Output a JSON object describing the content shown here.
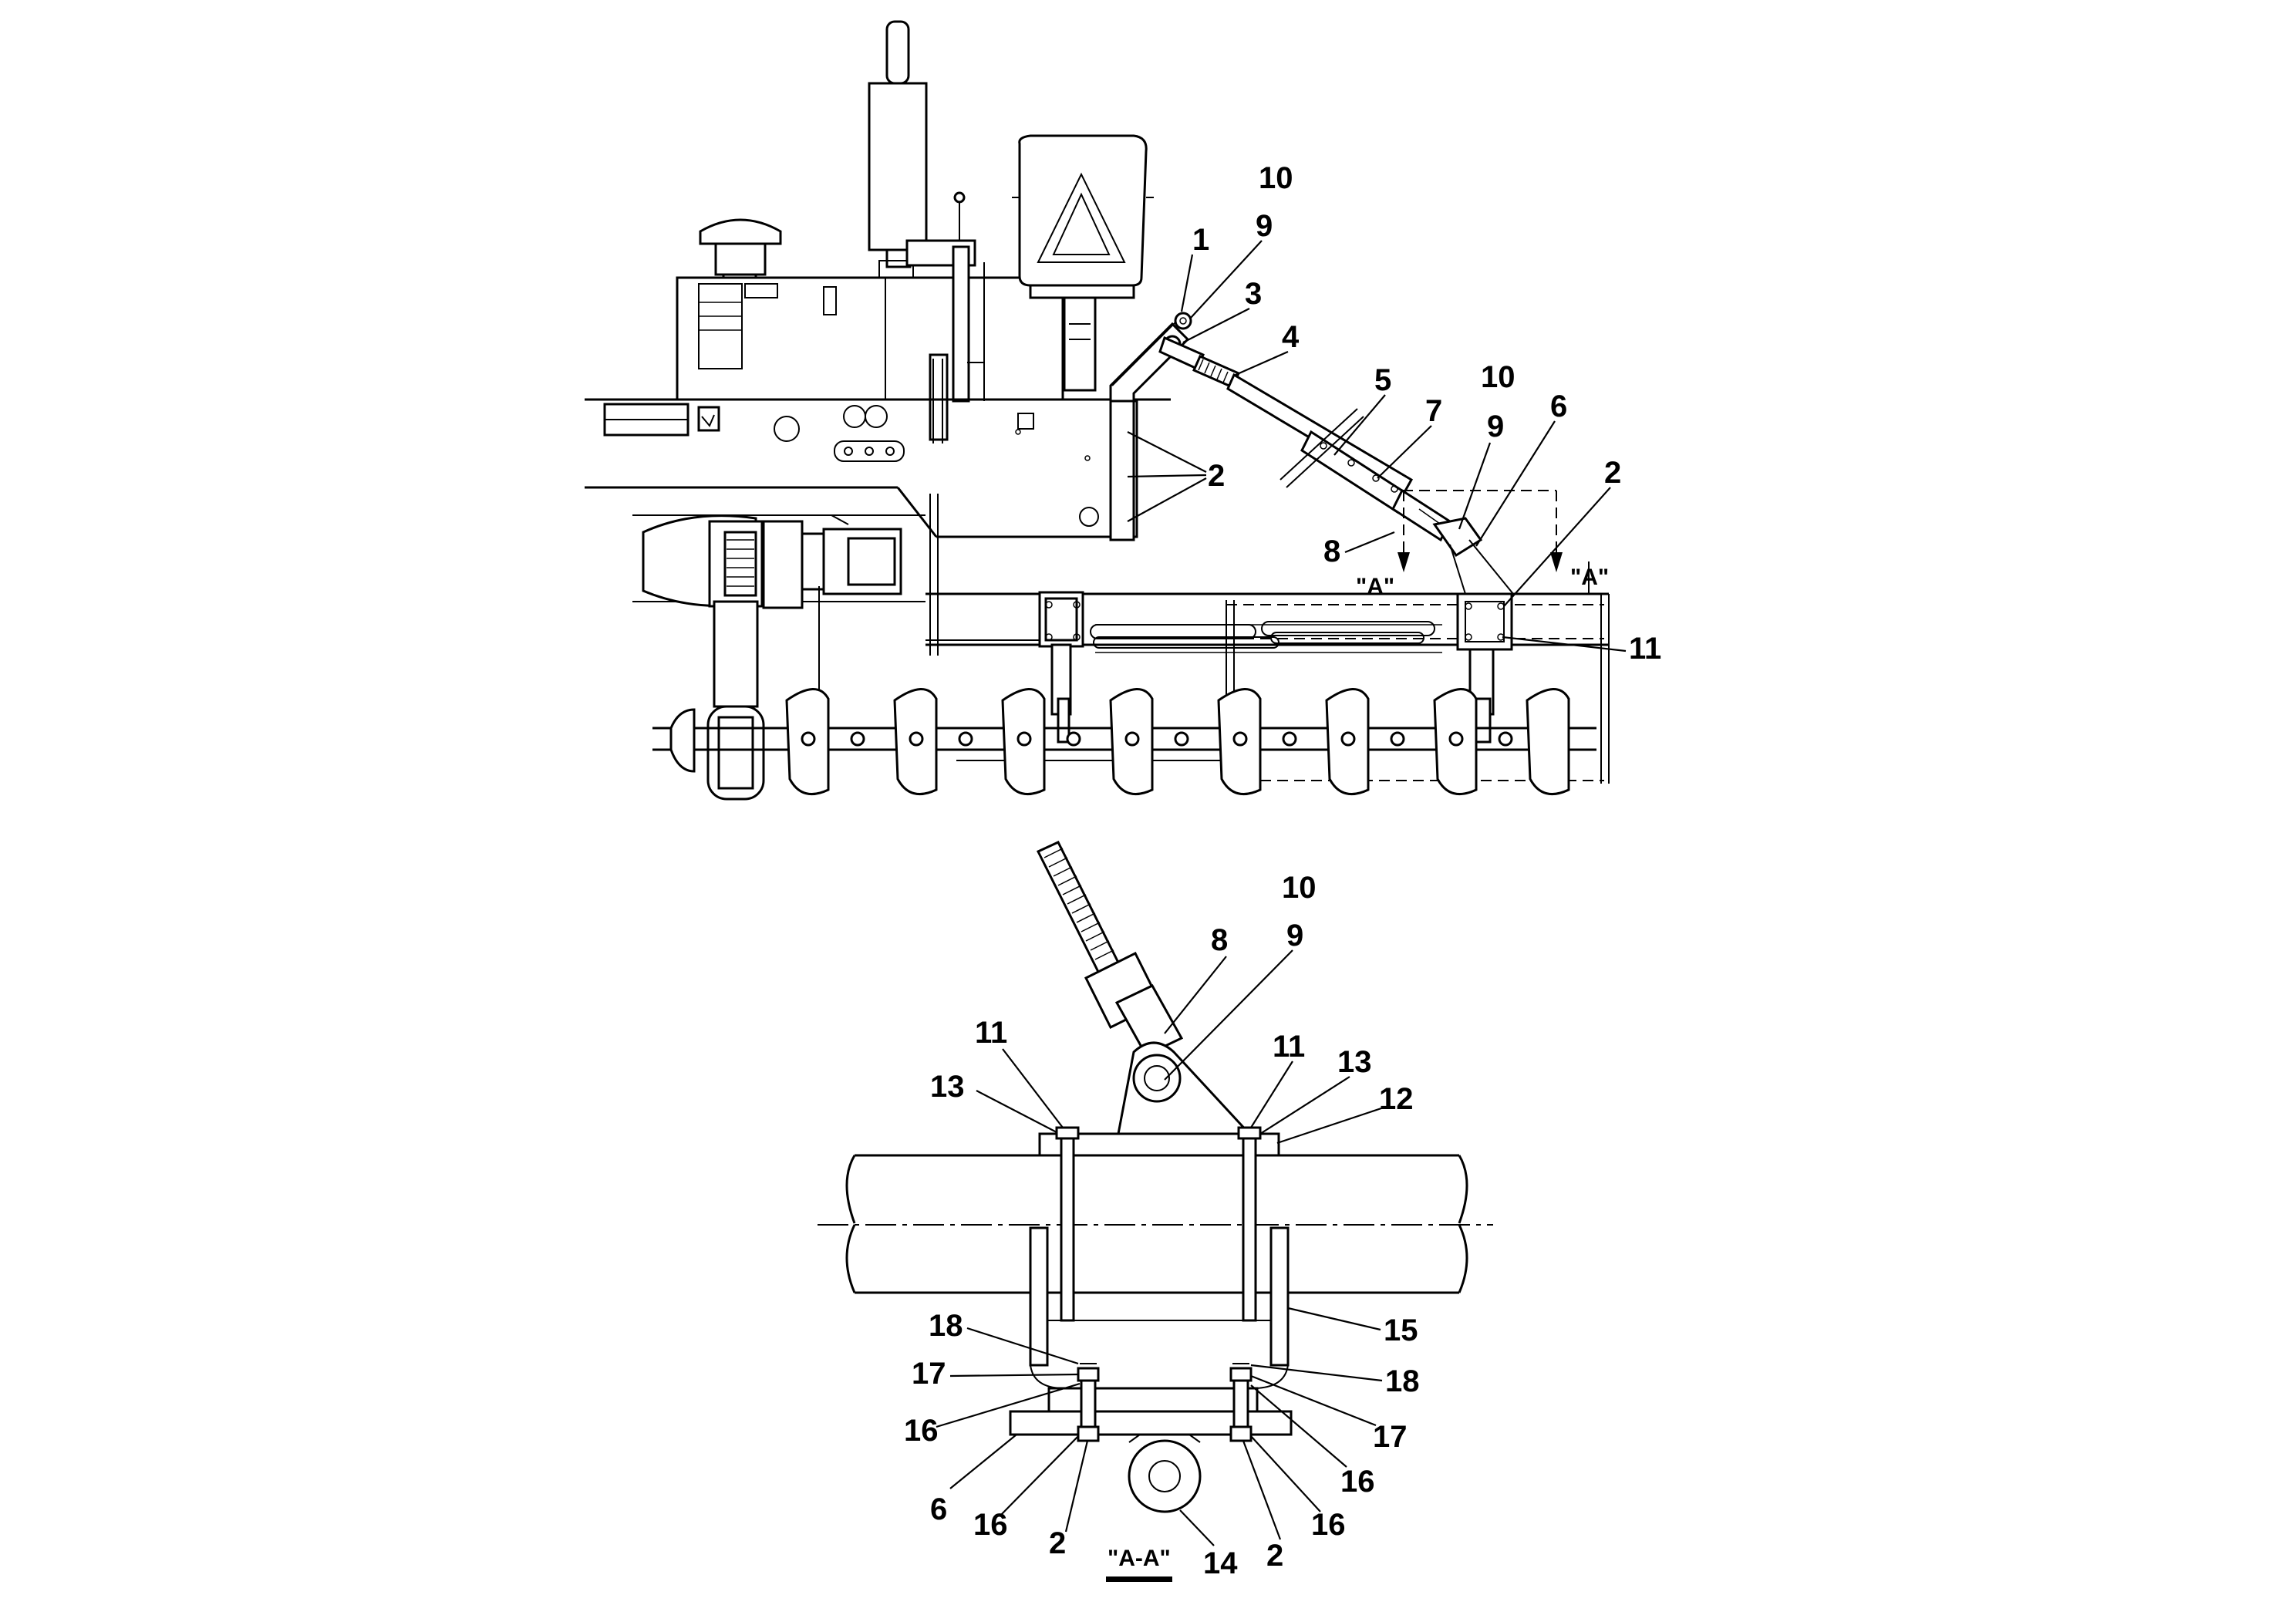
{
  "top_view": {
    "callouts": {
      "c1": "1",
      "c2a": "2",
      "c2b": "2",
      "c3": "3",
      "c4": "4",
      "c5": "5",
      "c6": "6",
      "c7": "7",
      "c8": "8",
      "c9a": "9",
      "c9b": "9",
      "c10a": "10",
      "c10b": "10",
      "c11": "11"
    },
    "section_marks": {
      "left": "\"A\"",
      "right": "\"A\""
    }
  },
  "section_view": {
    "title": "\"A-A\"",
    "callouts": {
      "c10": "10",
      "c8": "8",
      "c9": "9",
      "c11l": "11",
      "c13l": "13",
      "c11r": "11",
      "c13r": "13",
      "c12": "12",
      "c15": "15",
      "c18l": "18",
      "c17l": "17",
      "c16l": "16",
      "c6": "6",
      "c16bl": "16",
      "c2l": "2",
      "c14": "14",
      "c2r": "2",
      "c16br": "16",
      "c16r": "16",
      "c17r": "17",
      "c18r": "18"
    }
  }
}
